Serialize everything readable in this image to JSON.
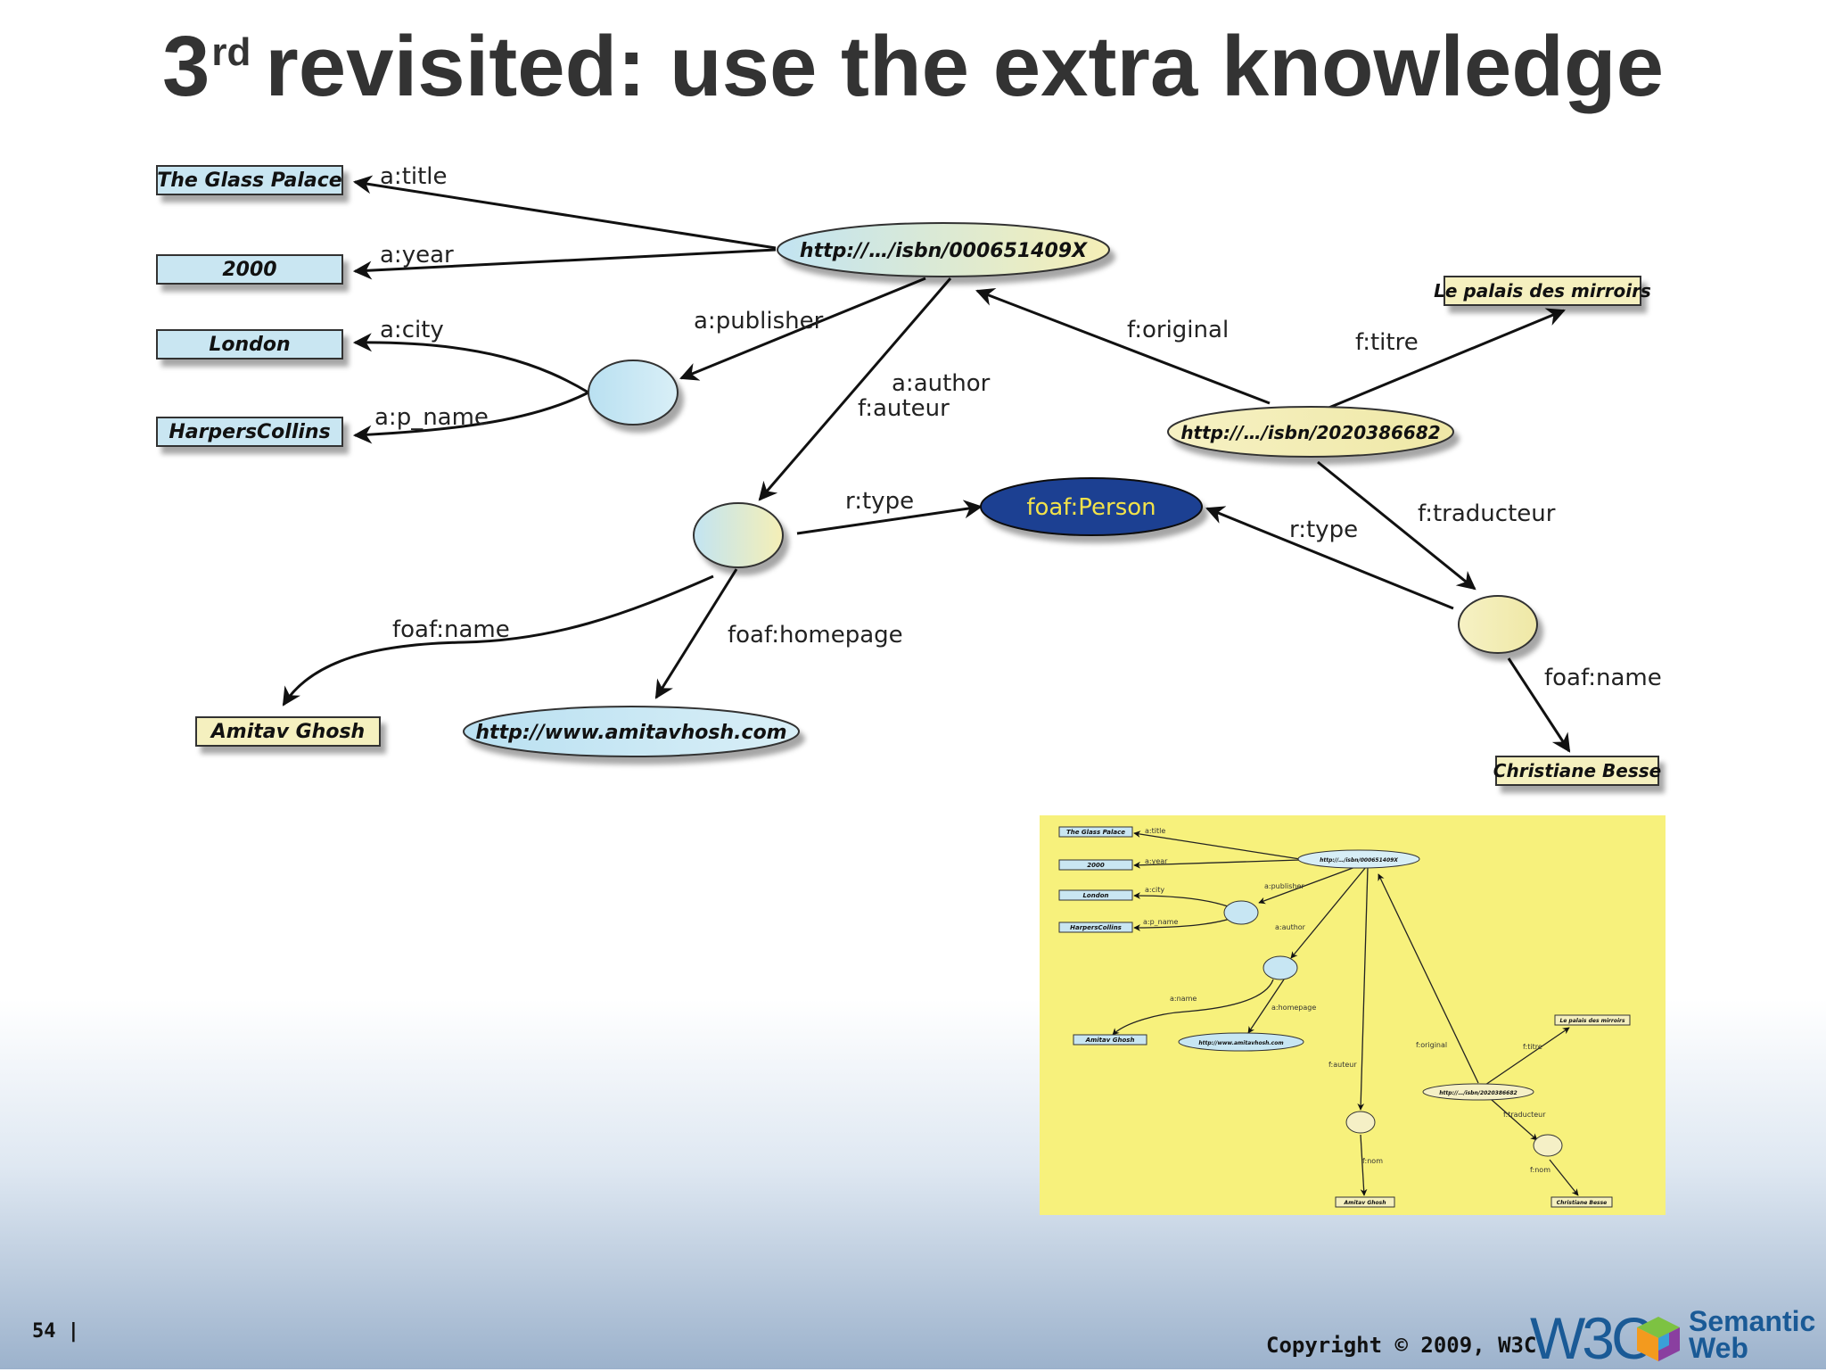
{
  "title": {
    "main": "3",
    "sup": "rd",
    "rest": "revisited: use the extra knowledge"
  },
  "nodes": {
    "glass_palace": "The Glass Palace",
    "year": "2000",
    "london": "London",
    "harpers": "HarpersCollins",
    "isbn1": "http://…/isbn/000651409X",
    "isbn2": "http://…/isbn/2020386682",
    "palais": "Le palais des mirroirs",
    "foaf_person": "foaf:Person",
    "amitav": "Amitav Ghosh",
    "homepage": "http://www.amitavhosh.com",
    "besse": "Christiane Besse"
  },
  "edges": {
    "a_title": "a:title",
    "a_year": "a:year",
    "a_city": "a:city",
    "a_p_name": "a:p_name",
    "a_publisher": "a:publisher",
    "a_author": "a:author",
    "f_auteur": "f:auteur",
    "f_original": "f:original",
    "f_titre": "f:titre",
    "r_type1": "r:type",
    "r_type2": "r:type",
    "f_traducteur": "f:traducteur",
    "foaf_name1": "foaf:name",
    "foaf_homepage": "foaf:homepage",
    "foaf_name2": "foaf:name"
  },
  "thumbnail": {
    "glass_palace": "The Glass Palace",
    "year": "2000",
    "london": "London",
    "harpers": "HarpersCollins",
    "isbn1": "http://…/isbn/000651409X",
    "isbn2": "http://…/isbn/2020386682",
    "palais": "Le palais des mirroirs",
    "amitav": "Amitav Ghosh",
    "homepage": "http://www.amitavhosh.com",
    "amitav2": "Amitav Ghosh",
    "besse": "Christiane Besse",
    "a_title": "a:title",
    "a_year": "a:year",
    "a_city": "a:city",
    "a_p_name": "a:p_name",
    "a_publisher": "a:publisher",
    "a_author": "a:author",
    "a_name": "a:name",
    "a_homepage": "a:homepage",
    "f_original": "f:original",
    "f_titre": "f:titre",
    "f_auteur": "f:auteur",
    "f_traducteur": "f:traducteur",
    "f_nom1": "f:nom",
    "f_nom2": "f:nom"
  },
  "footer": {
    "page_number": "54 |",
    "copyright": "Copyright © 2009, W3C",
    "w3c": "W3C",
    "semantic": "Semantic",
    "web": "Web"
  },
  "colors": {
    "literal_box": "#c9e6f2",
    "literal_box_yellow": "#f5f0bf",
    "node_blue": "#c7e6f3",
    "node_yellow": "#f4efb9",
    "foaf_person": "#1f3f92",
    "thumbnail_bg": "#f7f17c"
  }
}
